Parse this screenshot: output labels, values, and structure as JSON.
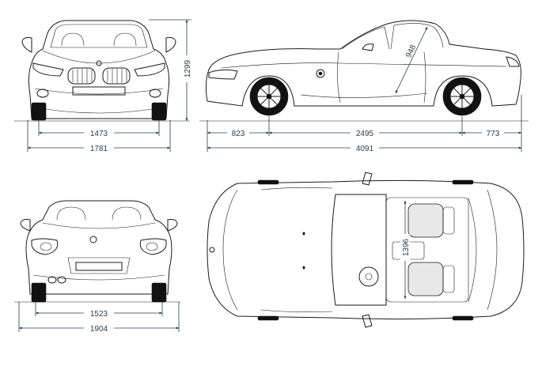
{
  "views": {
    "front": {
      "track_width": "1473",
      "overall_width": "1781",
      "height": "1299"
    },
    "side": {
      "front_overhang": "823",
      "wheelbase": "2495",
      "rear_overhang": "773",
      "overall_length": "4091",
      "interior_height": "948"
    },
    "rear": {
      "track_width": "1523",
      "width_with_mirrors": "1904"
    },
    "top": {
      "interior_width": "1396"
    }
  },
  "colors": {
    "line": "#1a1a1a",
    "dimension_text": "#2a3d4c",
    "background": "#ffffff"
  }
}
